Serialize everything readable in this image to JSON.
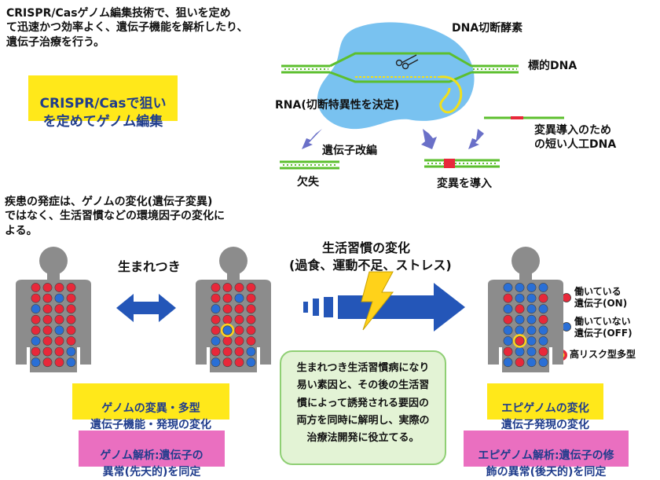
{
  "crispr": {
    "intro_text": "CRISPR/Casゲノム編集技術で、狙いを定め\nて迅速かつ効率よく、遺伝子機能を解析したり、\n遺伝子治療を行う。",
    "headline": "CRISPR/Casで狙い\nを定めてゲノム編集",
    "enzyme_label": "DNA切断酵素",
    "target_label": "標的DNA",
    "rna_label": "RNA(切断特異性を決定)",
    "gene_edit_label": "遺伝子改編",
    "donor_label": "変異導入のため\nの短い人工DNA",
    "deletion_label": "欠失",
    "mutation_label": "変異を導入"
  },
  "disease": {
    "intro_text": "疾患の発症は、ゲノムの変化(遺伝子変異)\nではなく、生活習慣などの環境因子の変化に\nよる。",
    "inborn_label": "生まれつき",
    "lifestyle_title": "生活習慣の変化",
    "lifestyle_detail": "(過食、運動不足、ストレス)",
    "genome_box": "ゲノムの変異・多型\n遺伝子機能・発現の変化",
    "genome_analysis": "ゲノム解析:遺伝子の\n異常(先天的)を同定",
    "center_text": "生まれつき生活習慣病になり\n易い素因と、その後の生活習\n慣によって誘発される要因の\n両方を同時に解明し、実際の\n治療法開発に役立てる。",
    "epi_box": "エピゲノムの変化\n遺伝子発現の変化",
    "epi_analysis": "エピゲノム解析:遺伝子の修\n飾の異常(後天的)を同定"
  },
  "legend": {
    "on_label": "働いている\n遺伝子(ON)",
    "off_label": "働いていない\n遺伝子(OFF)",
    "risk_label": "高リスク型多型"
  },
  "colors": {
    "gene_on": "#e8283a",
    "gene_off": "#2a6fd6",
    "body": "#8c8c8c",
    "enzyme": "#79c2f0",
    "dna": "#5cbf2e",
    "arrow": "#2456b8",
    "yellow_box": "#ffe81a",
    "pink_box": "#ea6fc0",
    "center_box": "#e3f3d5",
    "label_text": "#1f3c8c"
  }
}
